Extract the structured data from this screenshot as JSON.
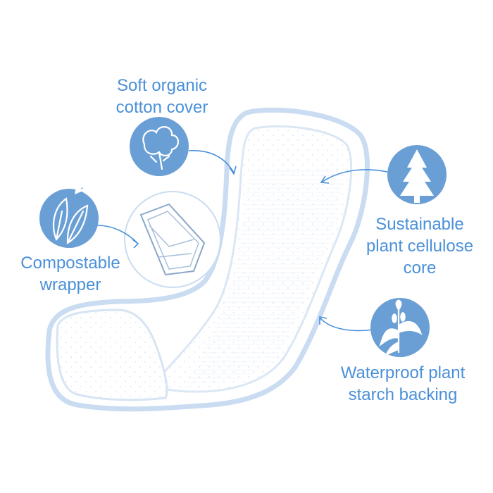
{
  "features": {
    "cotton": {
      "line1": "Soft organic",
      "line2": "cotton cover",
      "icon": "cotton-boll-icon"
    },
    "wrapper": {
      "line1": "Compostable",
      "line2": "wrapper",
      "icon": "leaves-icon"
    },
    "cellulose": {
      "line1": "Sustainable",
      "line2": "plant cellulose",
      "line3": "core",
      "icon": "pine-tree-icon"
    },
    "backing": {
      "line1": "Waterproof plant",
      "line2": "starch backing",
      "icon": "corn-plant-icon"
    }
  },
  "colors": {
    "accent": "#4a90d9",
    "icon_fill": "#6a9fd6",
    "pad_edge": "#c9dcf1",
    "pad_fill": "#ffffff"
  }
}
